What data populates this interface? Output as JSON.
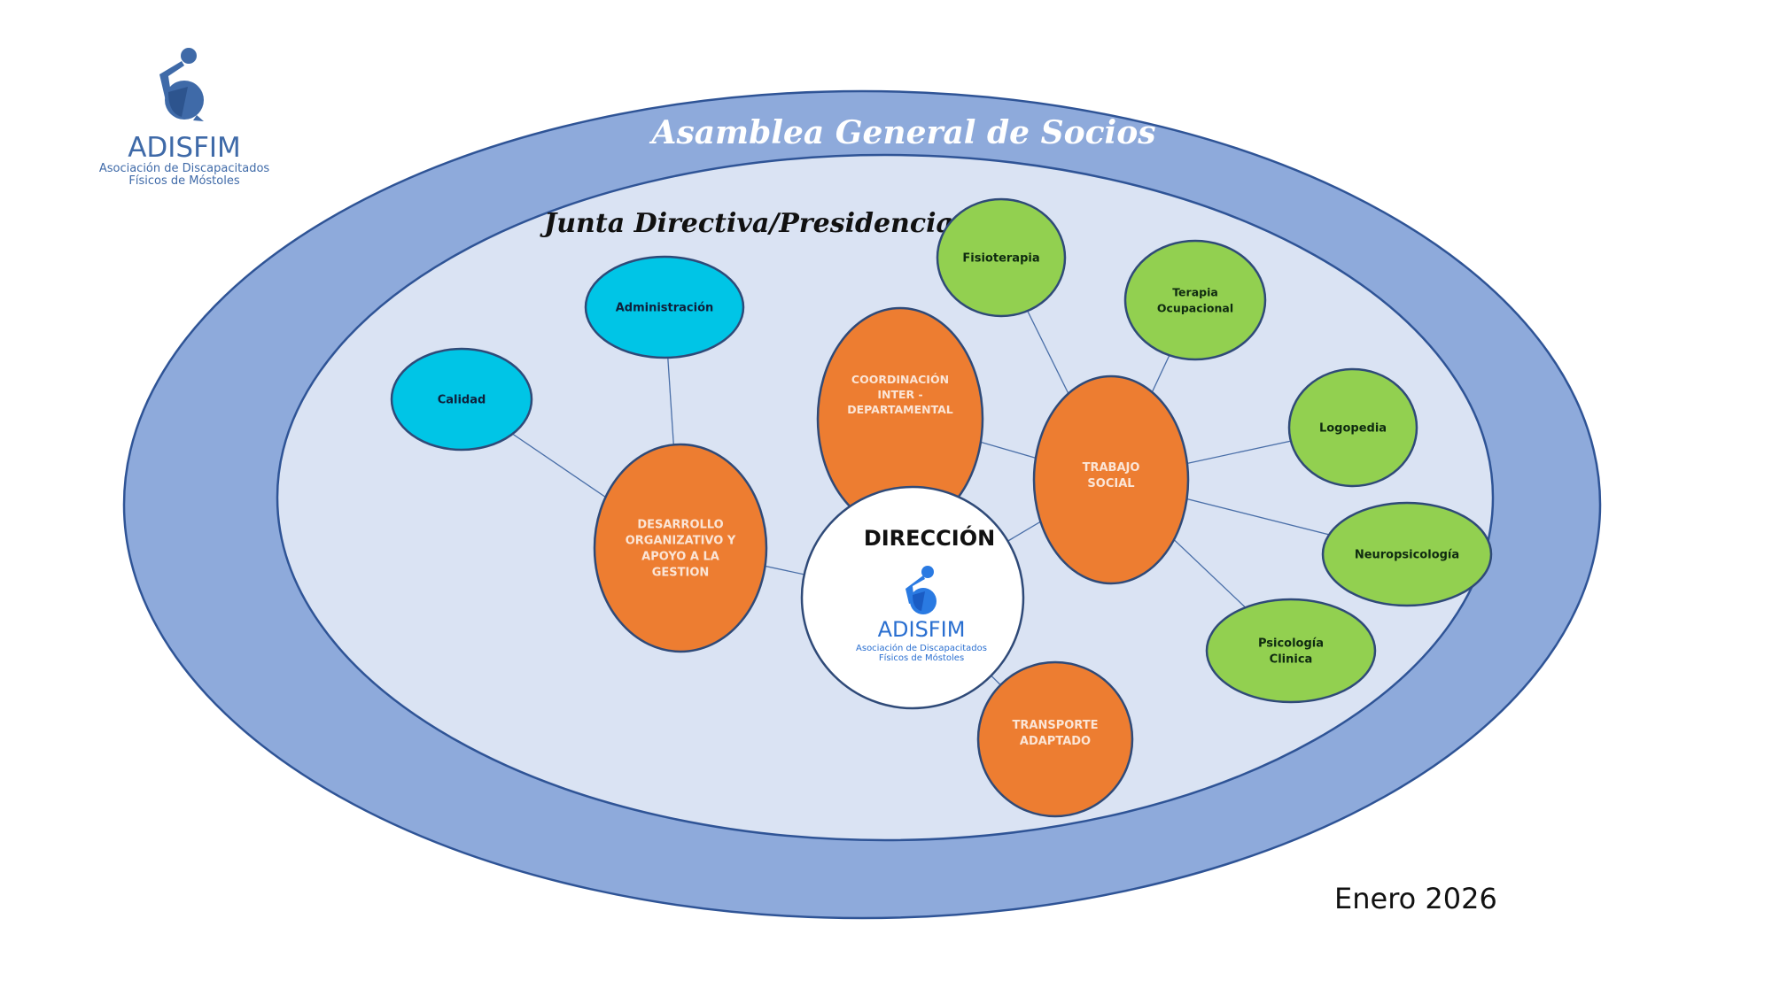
{
  "logo": {
    "brand": "ADISFIM",
    "subtitle_line1": "Asociación de Discapacitados",
    "subtitle_line2": "Físicos de Móstoles",
    "icon": "wheelchair-person-icon",
    "color": "#3f6aa8"
  },
  "outer": {
    "title": "Asamblea General de Socios",
    "fill": "#8eaadb",
    "stroke": "#2f5496"
  },
  "inner": {
    "title": "Junta Directiva/Presidencia",
    "fill": "#dae3f3"
  },
  "colors": {
    "orange": "#ed7d31",
    "orange_text": "#fbe5d6",
    "cyan": "#00c5e6",
    "green": "#92d050",
    "white": "#ffffff",
    "stroke": "#2f4a78",
    "line": "#4a6fa8"
  },
  "center": {
    "id": "direccion",
    "title": "DIRECCIÓN",
    "logo_brand": "ADISFIM",
    "logo_line1": "Asociación de Discapacitados",
    "logo_line2": "Físicos de Móstoles"
  },
  "nodes": [
    {
      "id": "desarrollo",
      "kind": "orange",
      "lines": [
        "DESARROLLO",
        "ORGANIZATIVO Y",
        "APOYO A LA",
        "GESTION"
      ]
    },
    {
      "id": "coordinacion",
      "kind": "orange",
      "lines": [
        "COORDINACIÓN",
        "INTER -",
        "DEPARTAMENTAL"
      ]
    },
    {
      "id": "trabajo-social",
      "kind": "orange",
      "lines": [
        "TRABAJO",
        "SOCIAL"
      ]
    },
    {
      "id": "transporte",
      "kind": "orange",
      "lines": [
        "TRANSPORTE",
        "ADAPTADO"
      ]
    },
    {
      "id": "administracion",
      "kind": "cyan",
      "lines": [
        "Administración"
      ]
    },
    {
      "id": "calidad",
      "kind": "cyan",
      "lines": [
        "Calidad"
      ]
    },
    {
      "id": "fisioterapia",
      "kind": "green",
      "lines": [
        "Fisioterapia"
      ]
    },
    {
      "id": "terapia-ocupacional",
      "kind": "green",
      "lines": [
        "Terapia",
        "Ocupacional"
      ]
    },
    {
      "id": "logopedia",
      "kind": "green",
      "lines": [
        "Logopedia"
      ]
    },
    {
      "id": "neuropsicologia",
      "kind": "green",
      "lines": [
        "Neuropsicología"
      ]
    },
    {
      "id": "psicologia-clinica",
      "kind": "green",
      "lines": [
        "Psicología",
        "Clinica"
      ]
    }
  ],
  "edges": [
    [
      "calidad",
      "desarrollo"
    ],
    [
      "administracion",
      "desarrollo"
    ],
    [
      "desarrollo",
      "direccion"
    ],
    [
      "coordinacion",
      "direccion"
    ],
    [
      "coordinacion",
      "trabajo-social"
    ],
    [
      "trabajo-social",
      "direccion"
    ],
    [
      "direccion",
      "transporte"
    ],
    [
      "trabajo-social",
      "fisioterapia"
    ],
    [
      "trabajo-social",
      "terapia-ocupacional"
    ],
    [
      "trabajo-social",
      "logopedia"
    ],
    [
      "trabajo-social",
      "neuropsicologia"
    ],
    [
      "trabajo-social",
      "psicologia-clinica"
    ]
  ],
  "date": "Enero 2026"
}
